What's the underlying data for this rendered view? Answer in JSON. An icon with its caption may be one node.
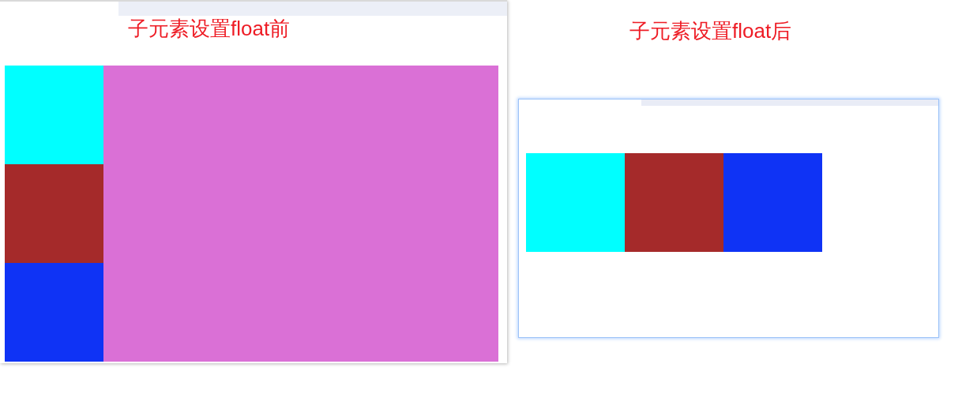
{
  "diagram": {
    "nodes": [
      {
        "text": [
          "子元素设置float前"
        ]
      },
      {
        "text": [],
        "shape": "box",
        "in": 0
      },
      {
        "text": [],
        "shape": "box",
        "in": 0
      },
      {
        "text": [],
        "shape": "box",
        "in": 0
      },
      {
        "text": [],
        "shape": "box",
        "in": 0
      },
      {
        "text": [
          "子元素设置float后"
        ]
      },
      {
        "text": [],
        "shape": "box",
        "in": 5
      },
      {
        "text": [],
        "shape": "box",
        "in": 5
      },
      {
        "text": [],
        "shape": "box",
        "in": 5
      }
    ]
  }
}
